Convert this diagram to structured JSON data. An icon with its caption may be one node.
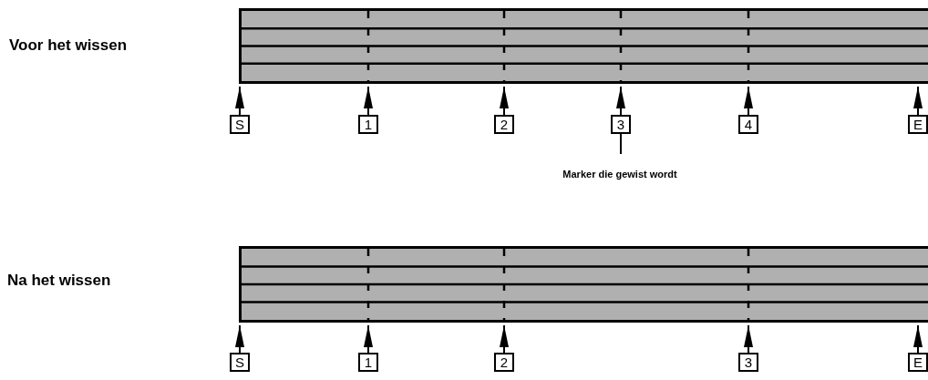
{
  "diagram": {
    "nodes": [
      {
        "text": [],
        "shape": "bar"
      },
      {
        "text": [
          "S"
        ]
      },
      {
        "text": [
          "1"
        ]
      },
      {
        "text": [
          "2"
        ]
      },
      {
        "text": [
          "3"
        ]
      },
      {
        "text": [
          "4"
        ]
      },
      {
        "text": [
          "E"
        ]
      },
      {
        "text": [
          "Marker die gewist wordt"
        ]
      },
      {
        "text": [],
        "shape": "bar"
      },
      {
        "text": [
          "S"
        ]
      },
      {
        "text": [
          "1"
        ]
      },
      {
        "text": [
          "2"
        ]
      },
      {
        "text": [
          "3"
        ]
      },
      {
        "text": [
          "E"
        ]
      }
    ],
    "edges": [
      {
        "from": 1,
        "to": 0,
        "arrow": "to"
      },
      {
        "from": 2,
        "to": 0,
        "arrow": "to"
      },
      {
        "from": 3,
        "to": 0,
        "arrow": "to"
      },
      {
        "from": 4,
        "to": 0,
        "arrow": "to"
      },
      {
        "from": 5,
        "to": 0,
        "arrow": "to"
      },
      {
        "from": 6,
        "to": 0,
        "arrow": "to"
      },
      {
        "from": 7,
        "to": 4,
        "arrow": "none"
      },
      {
        "from": 9,
        "to": 8,
        "arrow": "to"
      },
      {
        "from": 10,
        "to": 8,
        "arrow": "to"
      },
      {
        "from": 11,
        "to": 8,
        "arrow": "to"
      },
      {
        "from": 12,
        "to": 8,
        "arrow": "to"
      },
      {
        "from": 13,
        "to": 8,
        "arrow": "to"
      }
    ],
    "labels": [
      "Voor het wissen",
      "Na het wissen"
    ]
  }
}
